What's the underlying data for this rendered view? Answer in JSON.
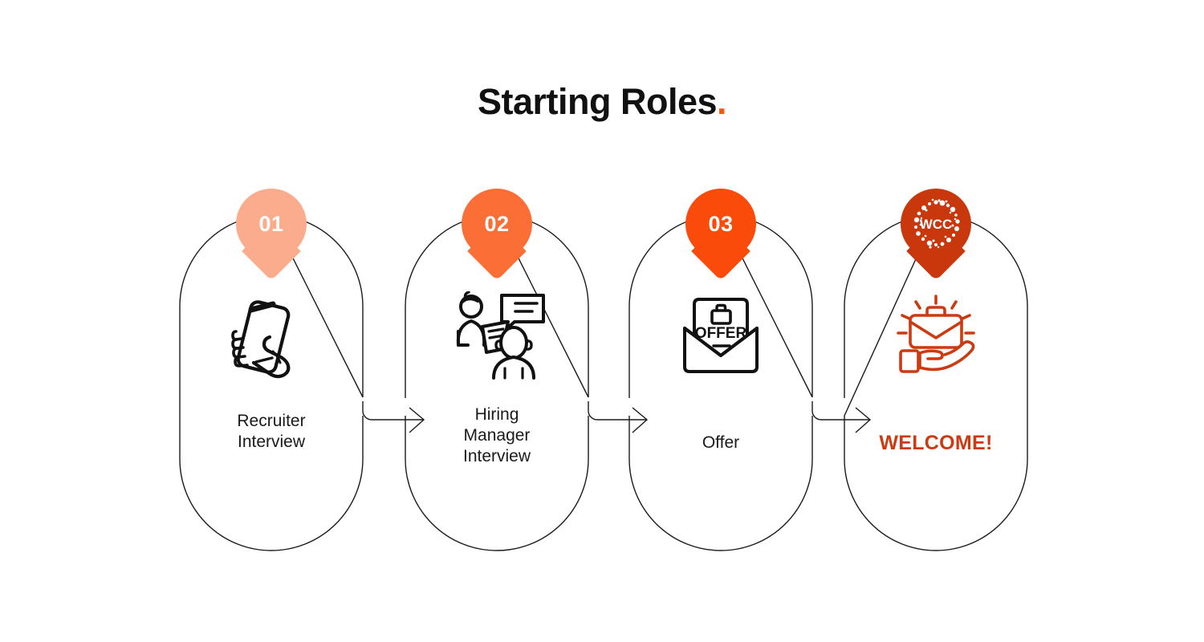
{
  "header": {
    "title": "Starting Roles",
    "title_dot": ".",
    "title_color": "#111111",
    "accent_color": "#FB5616"
  },
  "theme": {
    "background": "#FFFFFF",
    "outline": "#1A1A1A",
    "text": "#1A1A1A",
    "welcome_color": "#CC3A11"
  },
  "flow": {
    "steps": [
      {
        "badge": "01",
        "badge_type": "number",
        "badge_color": "#FAAC8C",
        "icon": "hand-holding-smartphone-icon",
        "label": "Recruiter\nInterview",
        "label_line1": "Recruiter",
        "label_line2": "Interview",
        "label_color": "#1A1A1A",
        "icon_color": "#111111"
      },
      {
        "badge": "02",
        "badge_type": "number",
        "badge_color": "#FB6E36",
        "icon": "interview-two-people-icon",
        "label": "Hiring\nManager\nInterview",
        "label_line1": "Hiring",
        "label_line2": "Manager",
        "label_line3": "Interview",
        "label_color": "#1A1A1A",
        "icon_color": "#111111"
      },
      {
        "badge": "03",
        "badge_type": "number",
        "badge_color": "#FA4B0A",
        "icon": "open-envelope-offer-icon",
        "icon_text": "OFFER",
        "label": "Offer",
        "label_line1": "Offer",
        "label_color": "#1A1A1A",
        "icon_color": "#111111"
      },
      {
        "badge": "WCC",
        "badge_type": "logo",
        "badge_color": "#C9380D",
        "icon": "hand-holding-briefcase-icon",
        "label": "WELCOME!",
        "label_line1": "WELCOME!",
        "label_color": "#CC3A11",
        "icon_color": "#CC3A11"
      }
    ],
    "connectors": [
      {
        "name": "arrow-step1-to-step2"
      },
      {
        "name": "arrow-step2-to-step3"
      },
      {
        "name": "arrow-step3-to-step4"
      }
    ]
  }
}
